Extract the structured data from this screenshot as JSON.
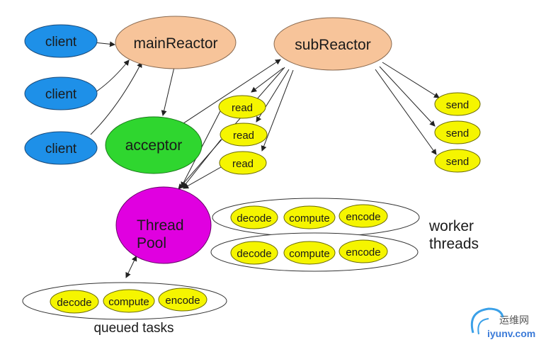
{
  "nodes": {
    "client1": "client",
    "client2": "client",
    "client3": "client",
    "main_reactor": "mainReactor",
    "sub_reactor": "subReactor",
    "acceptor": "acceptor",
    "read1": "read",
    "read2": "read",
    "read3": "read",
    "send1": "send",
    "send2": "send",
    "send3": "send",
    "thread_pool_line1": "Thread",
    "thread_pool_line2": "Pool"
  },
  "worker_rows": [
    {
      "decode": "decode",
      "compute": "compute",
      "encode": "encode"
    },
    {
      "decode": "decode",
      "compute": "compute",
      "encode": "encode"
    }
  ],
  "worker_threads_label_line1": "worker",
  "worker_threads_label_line2": "threads",
  "queued": {
    "decode": "decode",
    "compute": "compute",
    "encode": "encode"
  },
  "queued_tasks_label": "queued tasks",
  "watermark": {
    "cn": "运维网",
    "url": "iyunv.com"
  },
  "colors": {
    "client": "#1e90e8",
    "reactor": "#f7c49a",
    "acceptor": "#2fd62f",
    "task": "#f5f500",
    "thread_pool": "#e000e0"
  }
}
